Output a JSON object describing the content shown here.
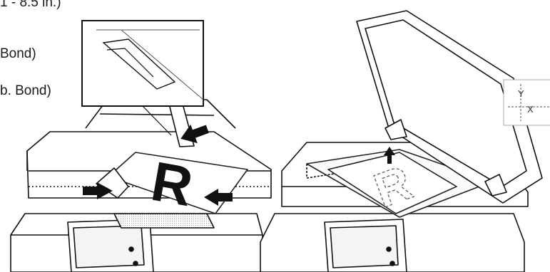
{
  "text_fragments": {
    "top": "1 - 8.5 in.)",
    "middle": "Bond)",
    "lower": "b. Bond)"
  },
  "figure": {
    "left_panel": {
      "subject": "document feeder loading",
      "page_letter": "R",
      "icons": [
        "zoom-inset",
        "arrow-left",
        "arrow-right",
        "arrow-left-bottom"
      ]
    },
    "right_panel": {
      "subject": "document glass placement",
      "page_letter": "R",
      "icons": [
        "arrow-up",
        "xy-dimension-inset"
      ],
      "xy_labels": [
        "Y",
        "X"
      ]
    }
  }
}
